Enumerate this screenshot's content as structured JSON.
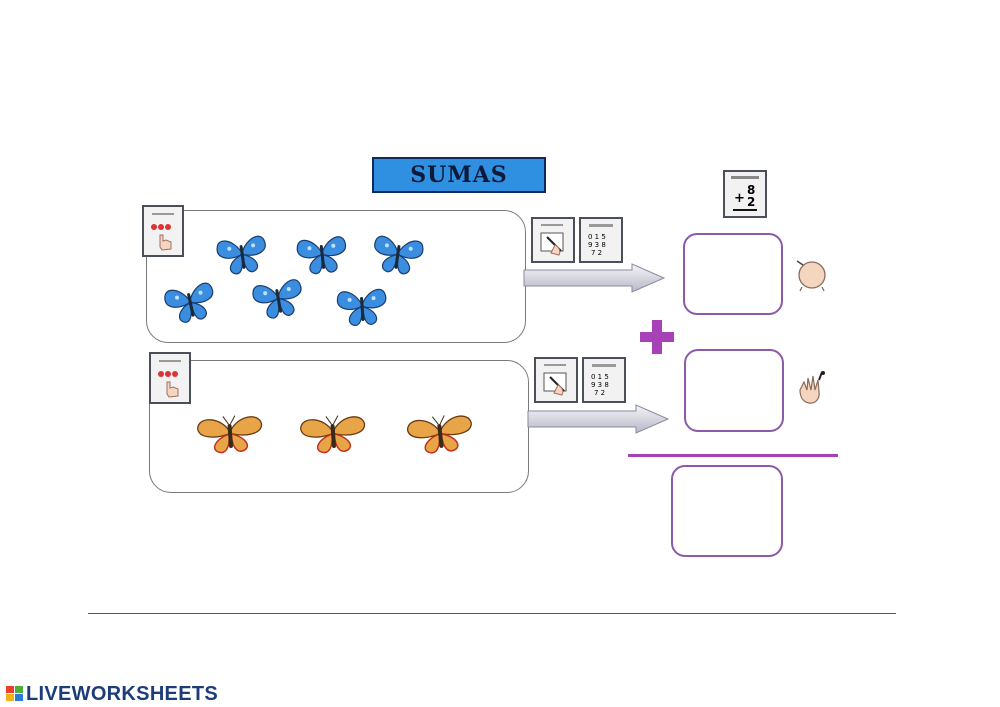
{
  "worksheet": {
    "title": "SUMAS",
    "sum_picto_top": "8",
    "sum_picto_operator": "+",
    "sum_picto_bottom": "2"
  },
  "groups": [
    {
      "id": "blue",
      "butterfly_count": 6,
      "butterfly_color": "#3b8de0"
    },
    {
      "id": "orange",
      "butterfly_count": 3,
      "butterfly_color": "#e8a548"
    }
  ],
  "answers": {
    "first": "",
    "second": "",
    "total": ""
  },
  "colors": {
    "accent": "#a641b8",
    "answer_border": "#8b5aa8",
    "title_bg": "#2f8fe0"
  },
  "footer": {
    "brand": "LIVEWORKSHEETS"
  }
}
